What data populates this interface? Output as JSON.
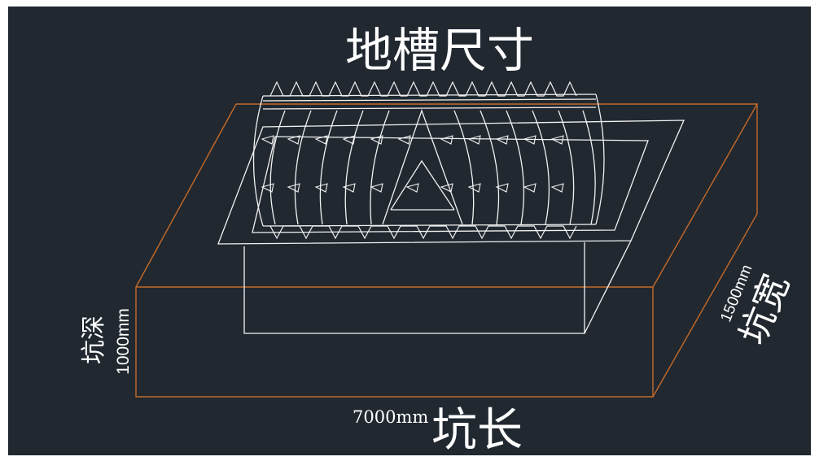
{
  "title": "地槽尺寸",
  "labels": {
    "depth_name": "坑深",
    "depth_value": "1000mm",
    "width_name": "坑宽",
    "width_value": "1500mm",
    "length_name": "坑长",
    "length_value": "7000mm"
  },
  "colors": {
    "background": "#212830",
    "pit_outline": "#c46a2a",
    "machine_lines": "#f2f2f2",
    "text": "#ffffff"
  }
}
